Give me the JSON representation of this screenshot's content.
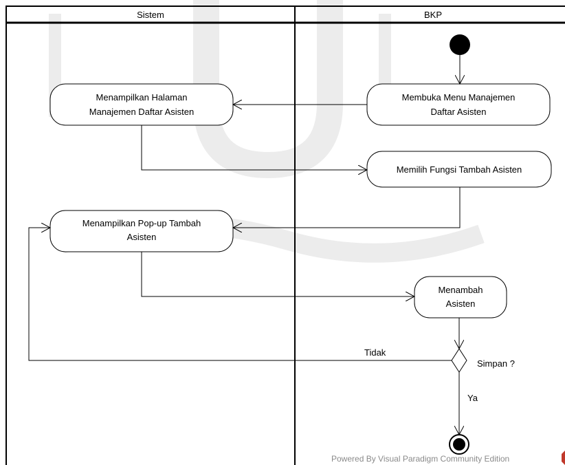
{
  "lanes": {
    "left": "Sistem",
    "right": "BKP"
  },
  "nodes": {
    "buka_menu": [
      "Membuka Menu Manajemen",
      "Daftar Asisten"
    ],
    "tampil_halaman": [
      "Menampilkan Halaman",
      "Manajemen Daftar Asisten"
    ],
    "pilih_fungsi": [
      "Memilih Fungsi Tambah Asisten"
    ],
    "tampil_popup": [
      "Menampilkan Pop-up Tambah",
      "Asisten"
    ],
    "menambah": [
      "Menambah",
      "Asisten"
    ]
  },
  "decision": {
    "label": "Simpan ?",
    "no_label": "Tidak",
    "yes_label": "Ya"
  },
  "footer": {
    "powered_by": "Powered By  Visual Paradigm Community Edition"
  },
  "colors": {
    "stroke": "#000000",
    "watermark": "#ececec",
    "brand": "#c0392b",
    "footer_text": "#8a8a8a"
  }
}
